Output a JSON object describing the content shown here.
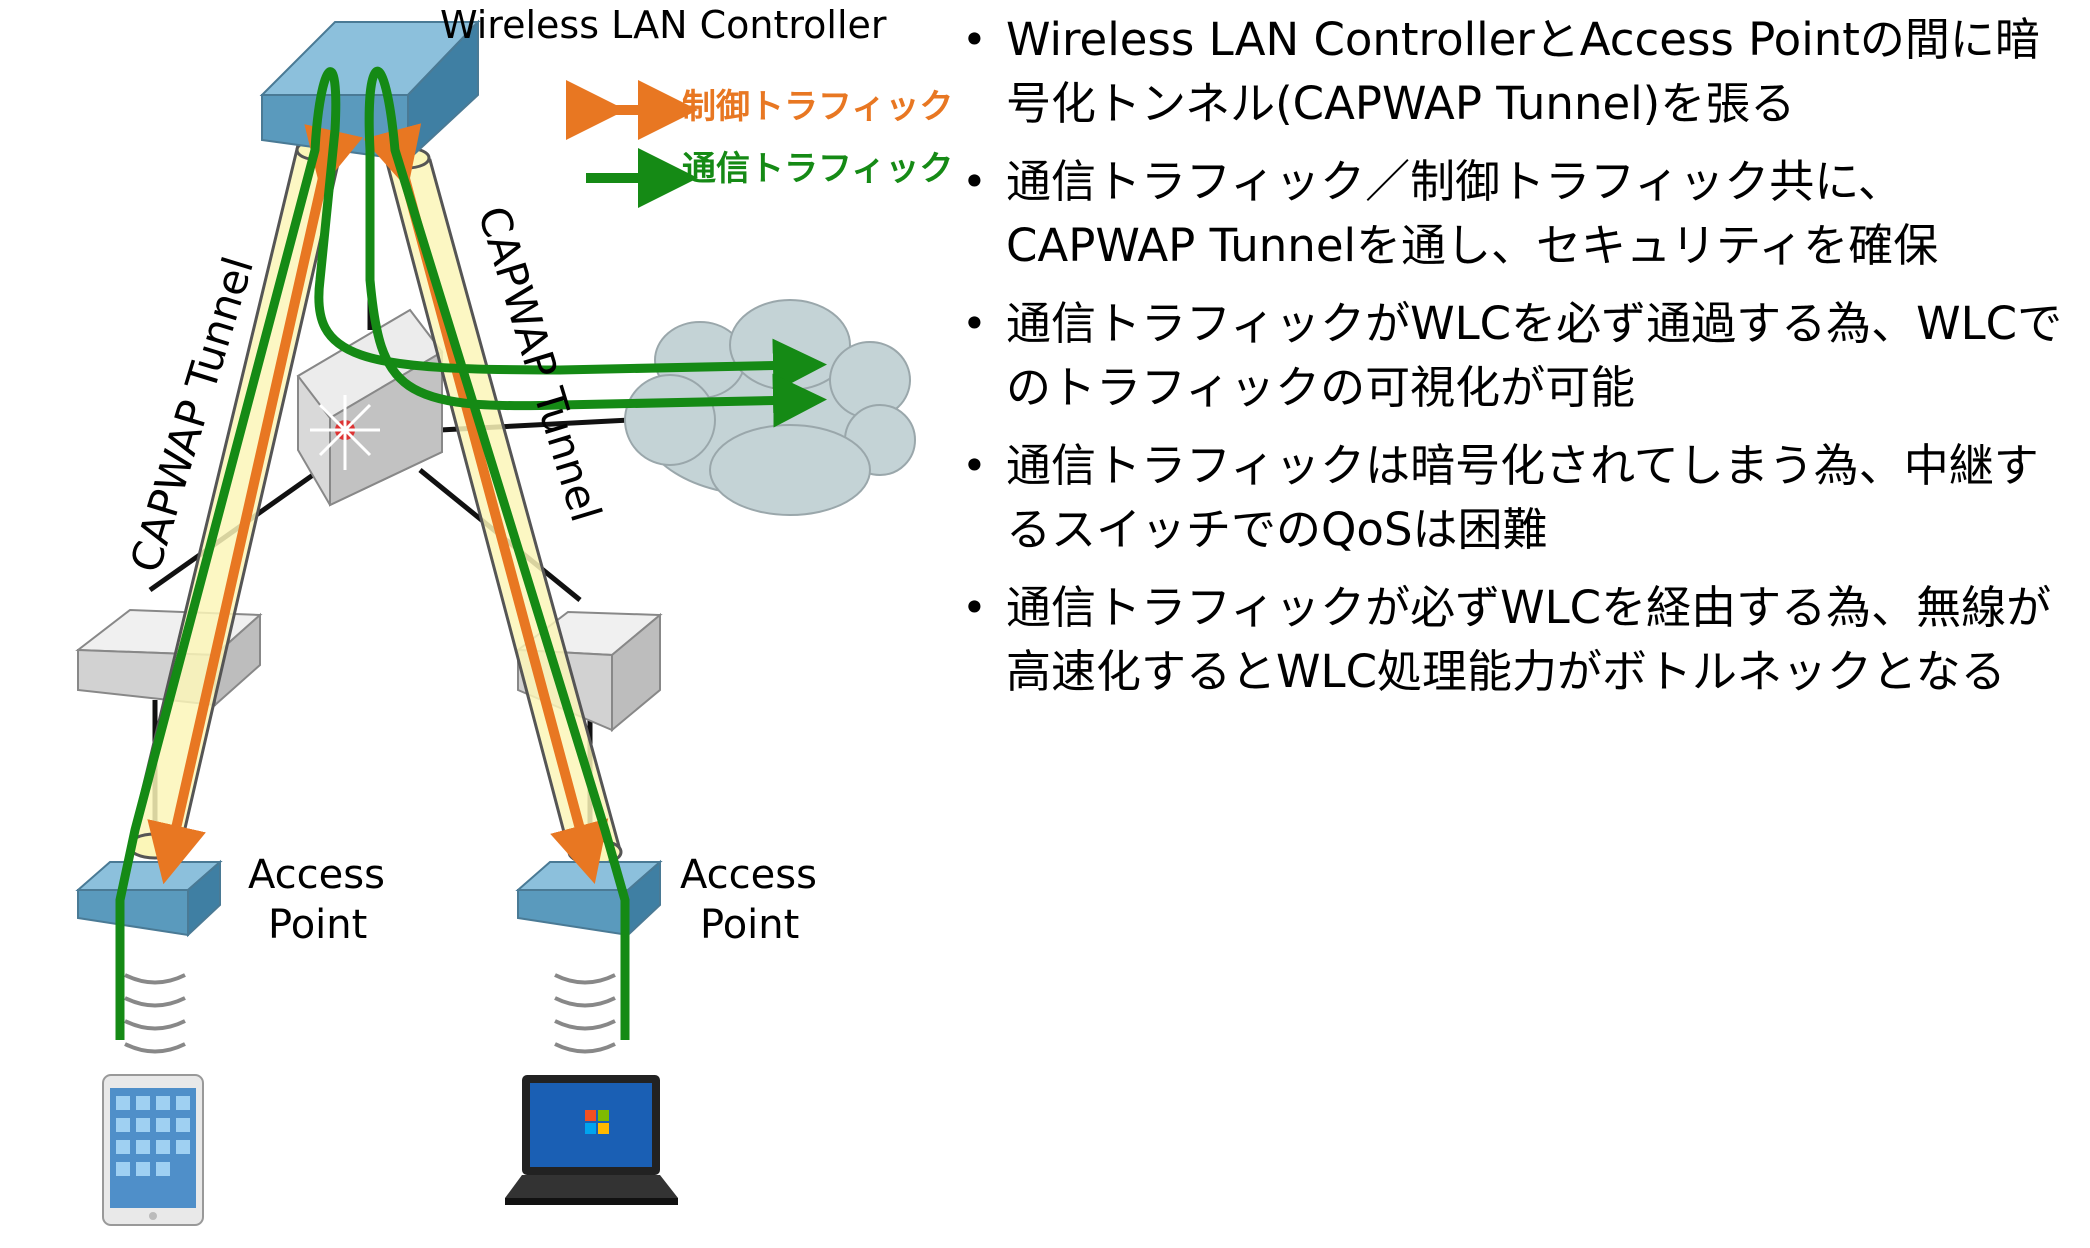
{
  "diagram": {
    "controller_label": "Wireless LAN Controller",
    "tunnel_label_left": "CAPWAP Tunnel",
    "tunnel_label_right": "CAPWAP Tunnel",
    "ap_label_left": [
      "Access",
      "Point"
    ],
    "ap_label_right": [
      "Access",
      "Point"
    ],
    "legend": {
      "control_traffic": "制御トラフィック",
      "data_traffic": "通信トラフィック"
    },
    "colors": {
      "control_traffic": "#e87722",
      "data_traffic": "#158a15",
      "tunnel_fill": "#fbf6b8",
      "cloud": "#c4d3d6",
      "switch_blue": "#6ea8c8",
      "switch_gray": "#d8d8d8"
    }
  },
  "bullets": [
    "Wireless LAN ControllerとAccess Pointの間に暗号化トンネル(CAPWAP Tunnel)を張る",
    "通信トラフィック／制御トラフィック共に、CAPWAP Tunnelを通し、セキュリティを確保",
    "通信トラフィックがWLCを必ず通過する為、WLCでのトラフィックの可視化が可能",
    "通信トラフィックは暗号化されてしまう為、中継するスイッチでのQoSは困難",
    "通信トラフィックが必ずWLCを経由する為、無線が高速化するとWLC処理能力がボトルネックとなる"
  ]
}
